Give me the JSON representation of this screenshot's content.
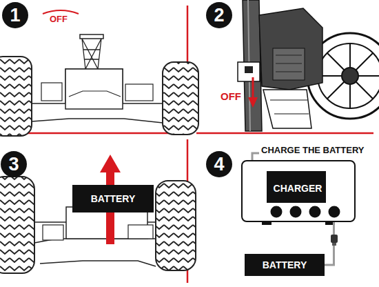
{
  "diagram": {
    "nodes": [
      {
        "text": [
          "1"
        ]
      },
      {
        "text": [
          "2"
        ]
      },
      {
        "text": [
          "3"
        ]
      },
      {
        "text": [
          "BATTERY"
        ]
      },
      {
        "text": [
          "4"
        ]
      },
      {
        "text": [
          "CHARGER"
        ]
      },
      {
        "text": [
          "BATTERY"
        ]
      }
    ],
    "edges": [
      {
        "from": 5,
        "to": 6,
        "arrow": "none"
      }
    ],
    "labels": [
      "OFF",
      "OFF",
      "CHARGE THE BATTERY"
    ]
  }
}
